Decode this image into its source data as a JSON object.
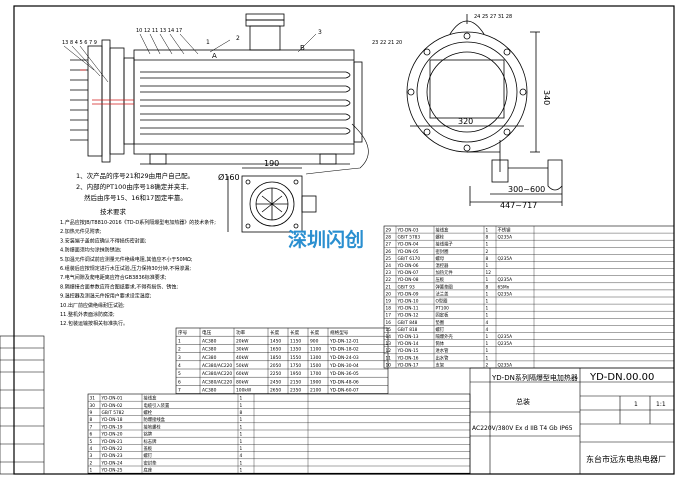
{
  "watermark": "深圳闪创",
  "dimensions": {
    "d320": "320",
    "d340": "340",
    "d190": "190",
    "d160": "Ø160",
    "d300_600": "300~600",
    "d447_717": "447~717",
    "callout_a": "A",
    "callout_b": "B",
    "callout_1": "1",
    "callout_2": "2",
    "callout_3": "3"
  },
  "part_number_rows": {
    "left": "13 8 4 5 6 7 9",
    "mid": "10 12 11 13 14 17",
    "right": "23 22 21 20",
    "mid2": "24 25 27 31 28"
  },
  "notes": {
    "n1": "1、次产品的序号21和29由用户自己配。",
    "n2": "2、内部的PT100由序号18确定并夹丰,",
    "n3": "然后由序号15、16和17固定牢靠。"
  },
  "tech_title": "技术要求",
  "tech_lines": [
    "1.产品应按JB/T8810-2016《TD-D系列隔爆型电加热器》的技术条件;",
    "2.加热元件见附表;",
    "3.安装端子盖前应确认不得损伤密封面;",
    "4.防爆面须均匀涂抹防锈油;",
    "5.加温元件调试前应测量元件绝缘电阻,其值应不小于50MΩ;",
    "6.组装后应按规定进行水压试验,压力保持30分钟,不得渗漏;",
    "7.电气间隙及爬电距离应符合GB3836标准要求;",
    "8.隔爆接合面参数应符合图纸要求,不得有损伤、锈蚀;",
    "9.温控器及测温元件按用户要求设定温度;",
    "10.出厂前应做绝缘耐压试验;",
    "11.整机外表面涂防腐漆;",
    "12.包装运输按相关标准执行。"
  ],
  "spec_table": {
    "headers": [
      "序号",
      "电压",
      "功率",
      "长度",
      "长度",
      "长度",
      "规格型号"
    ],
    "rows": [
      [
        "1",
        "AC380",
        "20kW",
        "1450",
        "1150",
        "900",
        "YD-DN-12-01"
      ],
      [
        "2",
        "AC380",
        "30kW",
        "1650",
        "1350",
        "1100",
        "YD-DN-18-02"
      ],
      [
        "3",
        "AC380",
        "40kW",
        "1850",
        "1550",
        "1300",
        "YD-DN-24-03"
      ],
      [
        "4",
        "AC380/AC220",
        "50kW",
        "2050",
        "1750",
        "1500",
        "YD-DN-30-04"
      ],
      [
        "5",
        "AC380/AC220",
        "60kW",
        "2250",
        "1950",
        "1700",
        "YD-DN-36-05"
      ],
      [
        "6",
        "AC380/AC220",
        "80kW",
        "2450",
        "2150",
        "1900",
        "YD-DN-48-06"
      ],
      [
        "7",
        "AC380",
        "100kW",
        "2650",
        "2350",
        "2100",
        "YD-DN-60-07"
      ]
    ]
  },
  "parts_list": [
    [
      "29",
      "YD-DN-03",
      "接线盒",
      "1",
      "不锈钢",
      ""
    ],
    [
      "28",
      "GB/T 5783",
      "螺栓",
      "8",
      "Q235A",
      ""
    ],
    [
      "27",
      "YD-DN-04",
      "接线端子",
      "1",
      "",
      ""
    ],
    [
      "26",
      "YD-DN-05",
      "密封圈",
      "2",
      "",
      ""
    ],
    [
      "25",
      "GB/T 6170",
      "螺母",
      "8",
      "Q235A",
      ""
    ],
    [
      "24",
      "YD-DN-06",
      "温控器",
      "1",
      "",
      ""
    ],
    [
      "23",
      "YD-DN-07",
      "加热元件",
      "12",
      "",
      ""
    ],
    [
      "22",
      "YD-DN-08",
      "压板",
      "1",
      "Q235A",
      ""
    ],
    [
      "21",
      "GB/T 93",
      "弹簧垫圈",
      "8",
      "65Mn",
      ""
    ],
    [
      "20",
      "YD-DN-09",
      "法兰盖",
      "1",
      "Q235A",
      ""
    ],
    [
      "19",
      "YD-DN-10",
      "O型圈",
      "1",
      "",
      ""
    ],
    [
      "18",
      "YD-DN-11",
      "PT100",
      "1",
      "",
      ""
    ],
    [
      "17",
      "YD-DN-12",
      "固定板",
      "1",
      "",
      ""
    ],
    [
      "16",
      "GB/T 848",
      "垫圈",
      "4",
      "",
      ""
    ],
    [
      "15",
      "GB/T 818",
      "螺钉",
      "4",
      "",
      ""
    ],
    [
      "14",
      "YD-DN-13",
      "隔爆外壳",
      "1",
      "Q235A",
      ""
    ],
    [
      "13",
      "YD-DN-14",
      "筒体",
      "1",
      "Q235A",
      ""
    ],
    [
      "12",
      "YD-DN-15",
      "进水管",
      "1",
      "",
      ""
    ],
    [
      "11",
      "YD-DN-16",
      "出水管",
      "1",
      "",
      ""
    ],
    [
      "10",
      "YD-DN-17",
      "支架",
      "2",
      "Q235A",
      ""
    ]
  ],
  "lower_parts": [
    [
      "31",
      "YD-DN-01",
      "接线盒",
      "1",
      "",
      ""
    ],
    [
      "30",
      "YD-DN-02",
      "电缆引入装置",
      "1",
      "",
      ""
    ],
    [
      "9",
      "GB/T 5782",
      "螺栓",
      "8",
      "",
      ""
    ],
    [
      "8",
      "YD-DN-18",
      "防爆接线盒",
      "1",
      "",
      ""
    ],
    [
      "7",
      "YD-DN-19",
      "接地螺栓",
      "1",
      "",
      ""
    ],
    [
      "6",
      "YD-DN-20",
      "铭牌",
      "1",
      "",
      ""
    ],
    [
      "5",
      "YD-DN-21",
      "标志牌",
      "1",
      "",
      ""
    ],
    [
      "4",
      "YD-DN-22",
      "盖板",
      "1",
      "",
      ""
    ],
    [
      "3",
      "YD-DN-23",
      "螺钉",
      "4",
      "",
      ""
    ],
    [
      "2",
      "YD-DN-24",
      "密封垫",
      "1",
      "",
      ""
    ],
    [
      "1",
      "YD-DN-25",
      "底座",
      "1",
      "",
      ""
    ]
  ],
  "title_block": {
    "product_name": "YD-DN系列隔爆型电加热器",
    "subtitle": "总装",
    "rating": "AC220V/380V Ex d IIB T4 Gb IP65",
    "drawing_no": "YD-DN.00.00",
    "scale": "1:1",
    "company": "东台市远东电热电器厂",
    "sheet": "1"
  }
}
